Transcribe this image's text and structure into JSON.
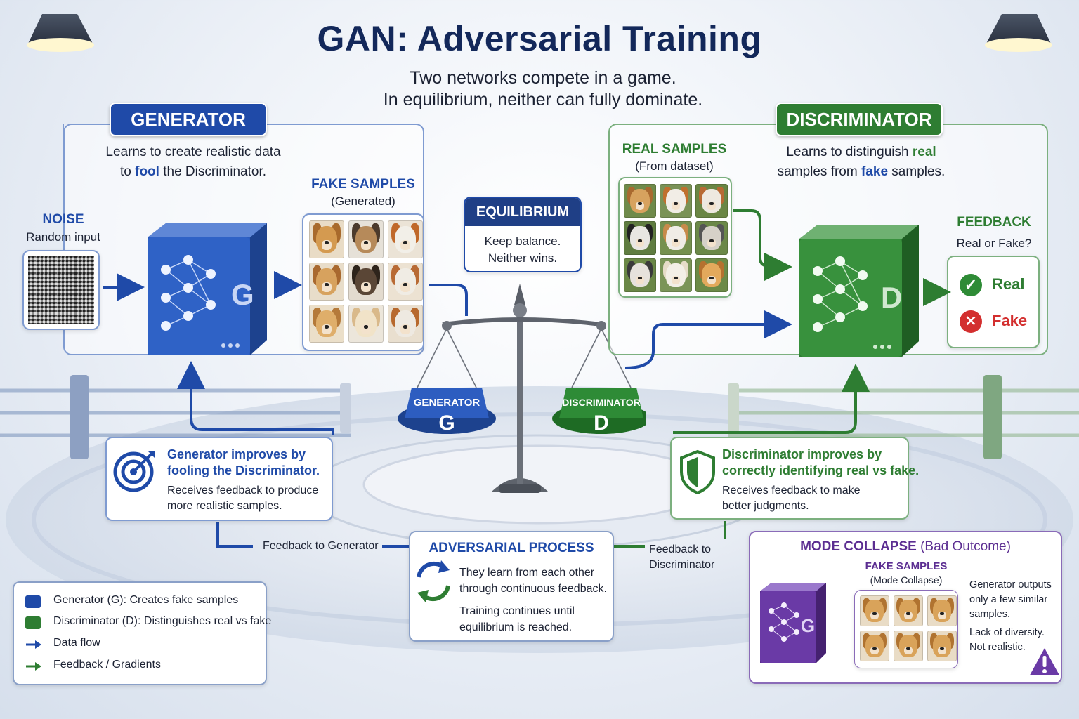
{
  "title": "GAN: Adversarial Training",
  "subtitle": [
    "Two networks compete in a game.",
    "In equilibrium, neither can fully dominate."
  ],
  "generator": {
    "heading": "GENERATOR",
    "description": [
      "Learns to create realistic data",
      "to ",
      "fool",
      " the Discriminator."
    ],
    "block_letter": "G"
  },
  "noise": {
    "label": "NOISE",
    "sublabel": "Random input"
  },
  "fake_samples": {
    "label": "FAKE SAMPLES",
    "sublabel": "(Generated)"
  },
  "equilibrium": {
    "heading": "EQUILIBRIUM",
    "lines": [
      "Keep balance.",
      "Neither wins."
    ]
  },
  "scale": {
    "left_label": "GENERATOR",
    "left_letter": "G",
    "right_label": "DISCRIMINATOR",
    "right_letter": "D"
  },
  "discriminator": {
    "heading": "DISCRIMINATOR",
    "description_a": "Learns to distinguish ",
    "description_real": "real",
    "description_b": "samples from ",
    "description_fake": "fake",
    "description_c": " samples.",
    "block_letter": "D"
  },
  "real_samples": {
    "label": "REAL SAMPLES",
    "sublabel": "(From dataset)"
  },
  "feedback": {
    "label": "FEEDBACK",
    "sublabel": "Real or Fake?",
    "real": "Real",
    "fake": "Fake"
  },
  "gen_improves": {
    "title": [
      "Generator improves by",
      "fooling the Discriminator."
    ],
    "body": [
      "Receives feedback to produce",
      "more realistic samples."
    ]
  },
  "disc_improves": {
    "title": [
      "Discriminator improves by",
      "correctly identifying real vs fake."
    ],
    "body": [
      "Receives feedback to make",
      "better judgments."
    ]
  },
  "feedback_to_generator": "Feedback to Generator",
  "feedback_to_discriminator": [
    "Feedback to",
    "Discriminator"
  ],
  "adversarial": {
    "heading": "ADVERSARIAL PROCESS",
    "body1": [
      "They learn from each other",
      "through continuous feedback."
    ],
    "body2": [
      "Training continues until",
      "equilibrium is reached."
    ]
  },
  "legend": [
    {
      "label": "Generator (G): Creates fake samples",
      "color": "#1f4aa8",
      "kind": "swatch"
    },
    {
      "label": "Discriminator (D): Distinguishes real vs fake",
      "color": "#2e7d32",
      "kind": "swatch"
    },
    {
      "label": "Data flow",
      "color": "#1f4aa8",
      "kind": "arrow"
    },
    {
      "label": "Feedback / Gradients",
      "color": "#2e7d32",
      "kind": "arrow"
    }
  ],
  "mode_collapse": {
    "heading": "MODE COLLAPSE",
    "heading_suffix": " (Bad Outcome)",
    "samples_label": "FAKE SAMPLES",
    "samples_sublabel": "(Mode Collapse)",
    "note1": [
      "Generator outputs",
      "only a few similar",
      "samples."
    ],
    "note2": [
      "Lack of diversity.",
      "Not realistic."
    ],
    "block_letter": "G"
  },
  "colors": {
    "generator": "#1f4aa8",
    "discriminator": "#2e7d32",
    "mode_collapse": "#5b2d91",
    "fake": "#d32f2f"
  }
}
